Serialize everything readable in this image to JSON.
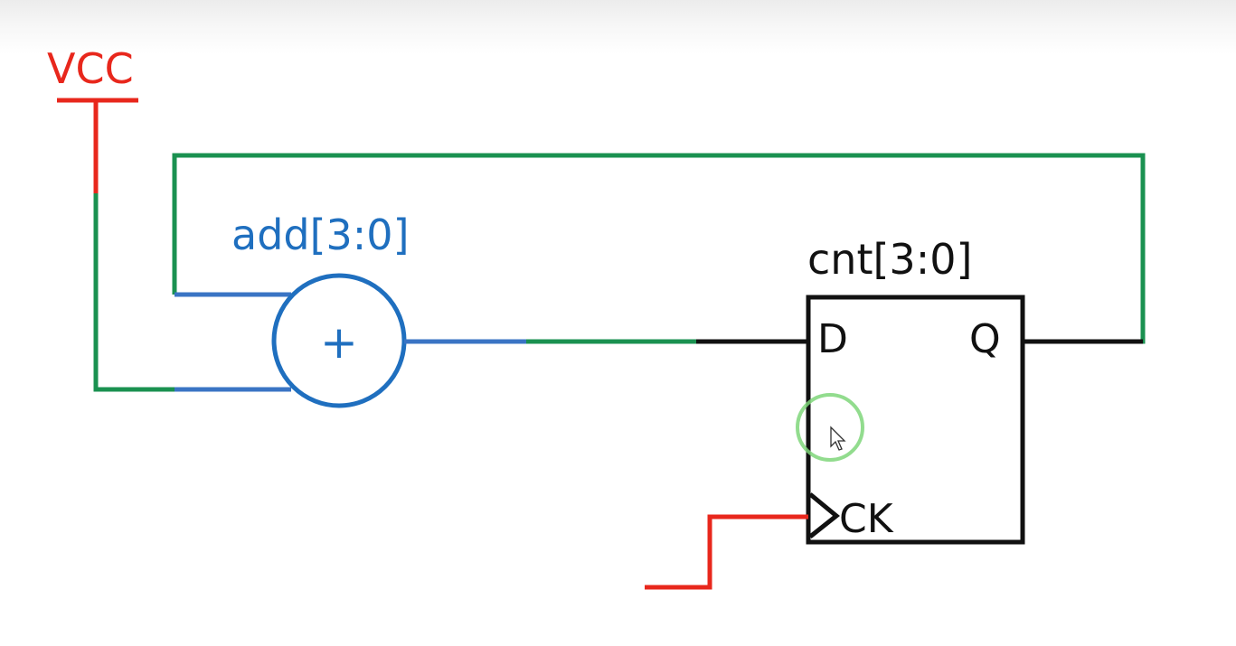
{
  "labels": {
    "vcc": "VCC",
    "adder_name": "add[3:0]",
    "adder_symbol": "+",
    "register_name": "cnt[3:0]",
    "pin_d": "D",
    "pin_q": "Q",
    "pin_ck": "CK"
  },
  "colors": {
    "vcc_red": "#e8271c",
    "adder_blue": "#1f6fbf",
    "wire_blue": "#3a74c4",
    "wire_green": "#1a9150",
    "wire_black": "#111111",
    "cursor_ring": "#7fd67a"
  },
  "icons": {
    "cursor": "mouse-pointer-icon"
  }
}
